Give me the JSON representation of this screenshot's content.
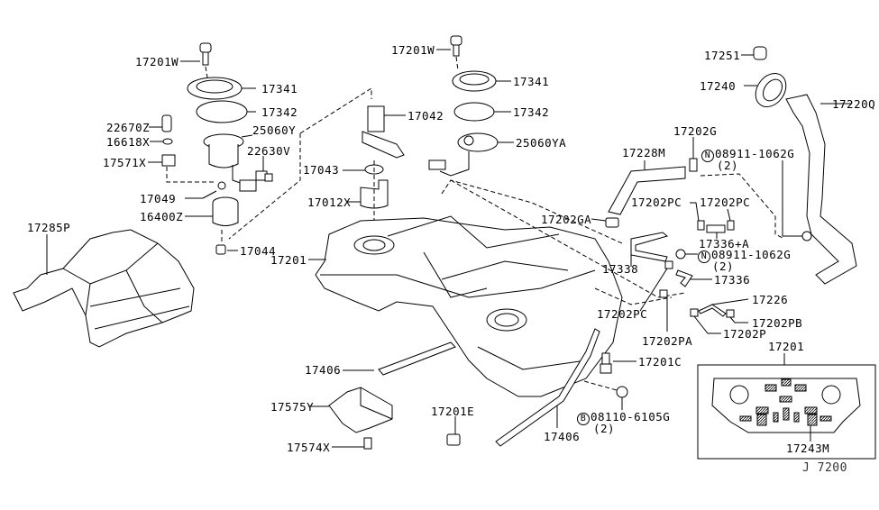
{
  "diagram": {
    "title": "Fuel Tank Assembly",
    "diagram_code": "J 7200",
    "labels": [
      {
        "id": "p17201W_a",
        "text": "17201W"
      },
      {
        "id": "p17341_a",
        "text": "17341"
      },
      {
        "id": "p17342_a",
        "text": "17342"
      },
      {
        "id": "p22670Z",
        "text": "22670Z"
      },
      {
        "id": "p25060Y",
        "text": "25060Y"
      },
      {
        "id": "p16618X",
        "text": "16618X"
      },
      {
        "id": "p22630V",
        "text": "22630V"
      },
      {
        "id": "p17571X",
        "text": "17571X"
      },
      {
        "id": "p17049",
        "text": "17049"
      },
      {
        "id": "p16400Z",
        "text": "16400Z"
      },
      {
        "id": "p17044",
        "text": "17044"
      },
      {
        "id": "p17285P",
        "text": "17285P"
      },
      {
        "id": "p17201W_b",
        "text": "17201W"
      },
      {
        "id": "p17341_b",
        "text": "17341"
      },
      {
        "id": "p17342_b",
        "text": "17342"
      },
      {
        "id": "p17042",
        "text": "17042"
      },
      {
        "id": "p25060YA",
        "text": "25060YA"
      },
      {
        "id": "p17043",
        "text": "17043"
      },
      {
        "id": "p17012X",
        "text": "17012X"
      },
      {
        "id": "p17201",
        "text": "17201"
      },
      {
        "id": "p17406_a",
        "text": "17406"
      },
      {
        "id": "p17575Y",
        "text": "17575Y"
      },
      {
        "id": "p17574X",
        "text": "17574X"
      },
      {
        "id": "p17201E",
        "text": "17201E"
      },
      {
        "id": "p17406_b",
        "text": "17406"
      },
      {
        "id": "p17201C",
        "text": "17201C"
      },
      {
        "id": "p08110",
        "text": "08110-6105G",
        "prefix": "B",
        "qty": "(2)"
      },
      {
        "id": "p17202GA",
        "text": "17202GA"
      },
      {
        "id": "p17338",
        "text": "17338"
      },
      {
        "id": "p17228M",
        "text": "17228M"
      },
      {
        "id": "p17202G",
        "text": "17202G"
      },
      {
        "id": "p08911_a",
        "text": "08911-1062G",
        "prefix": "N",
        "qty": "(2)"
      },
      {
        "id": "p17202PC_a",
        "text": "17202PC"
      },
      {
        "id": "p17202PC_b",
        "text": "17202PC"
      },
      {
        "id": "p17336A",
        "text": "17336+A"
      },
      {
        "id": "p08911_b",
        "text": "08911-1062G",
        "prefix": "N",
        "qty": "(2)"
      },
      {
        "id": "p17336",
        "text": "17336"
      },
      {
        "id": "p17202PC_c",
        "text": "17202PC"
      },
      {
        "id": "p17226",
        "text": "17226"
      },
      {
        "id": "p17202PB",
        "text": "17202PB"
      },
      {
        "id": "p17202PA",
        "text": "17202PA"
      },
      {
        "id": "p17202P",
        "text": "17202P"
      },
      {
        "id": "p17251",
        "text": "17251"
      },
      {
        "id": "p17240",
        "text": "17240"
      },
      {
        "id": "p17220Q",
        "text": "17220Q"
      },
      {
        "id": "p17201_inset",
        "text": "17201"
      },
      {
        "id": "p17243M",
        "text": "17243M"
      }
    ]
  }
}
